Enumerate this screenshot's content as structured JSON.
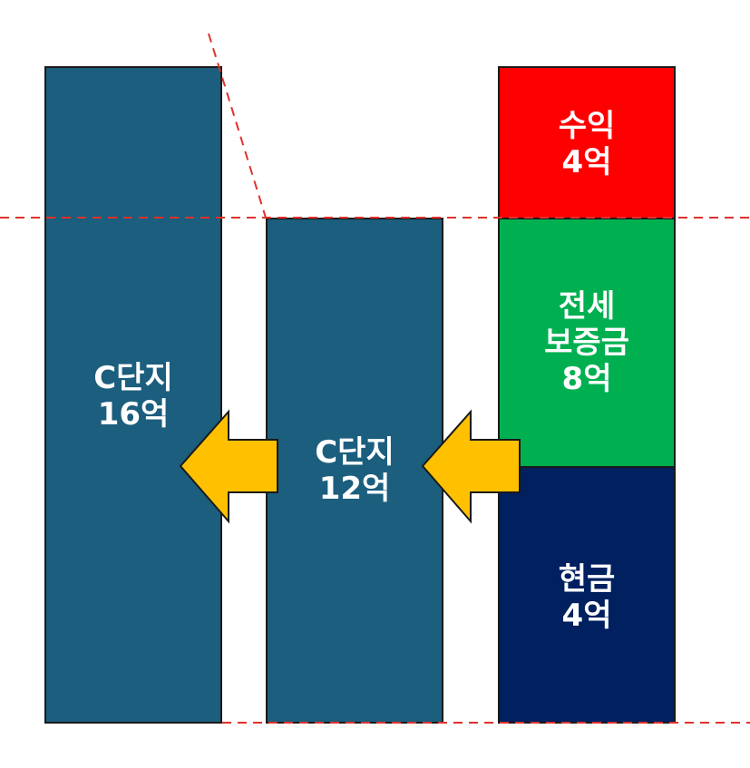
{
  "colors": {
    "teal_block": "#1b5e7e",
    "profit": "#ff0000",
    "deposit": "#00b050",
    "cash": "#002060",
    "arrow": "#ffc000",
    "guide_line": "#e0312b"
  },
  "blocks": {
    "left": {
      "line1": "C단지",
      "line2": "16억"
    },
    "middle": {
      "line1": "C단지",
      "line2": "12억"
    },
    "profit": {
      "line1": "수익",
      "line2": "4억"
    },
    "deposit": {
      "line1": "전세",
      "line2": "보증금",
      "line3": "8억"
    },
    "cash": {
      "line1": "현금",
      "line2": "4억"
    }
  },
  "arrows": [
    {
      "name": "arrow-to-left",
      "direction": "left"
    },
    {
      "name": "arrow-to-middle",
      "direction": "left"
    }
  ]
}
